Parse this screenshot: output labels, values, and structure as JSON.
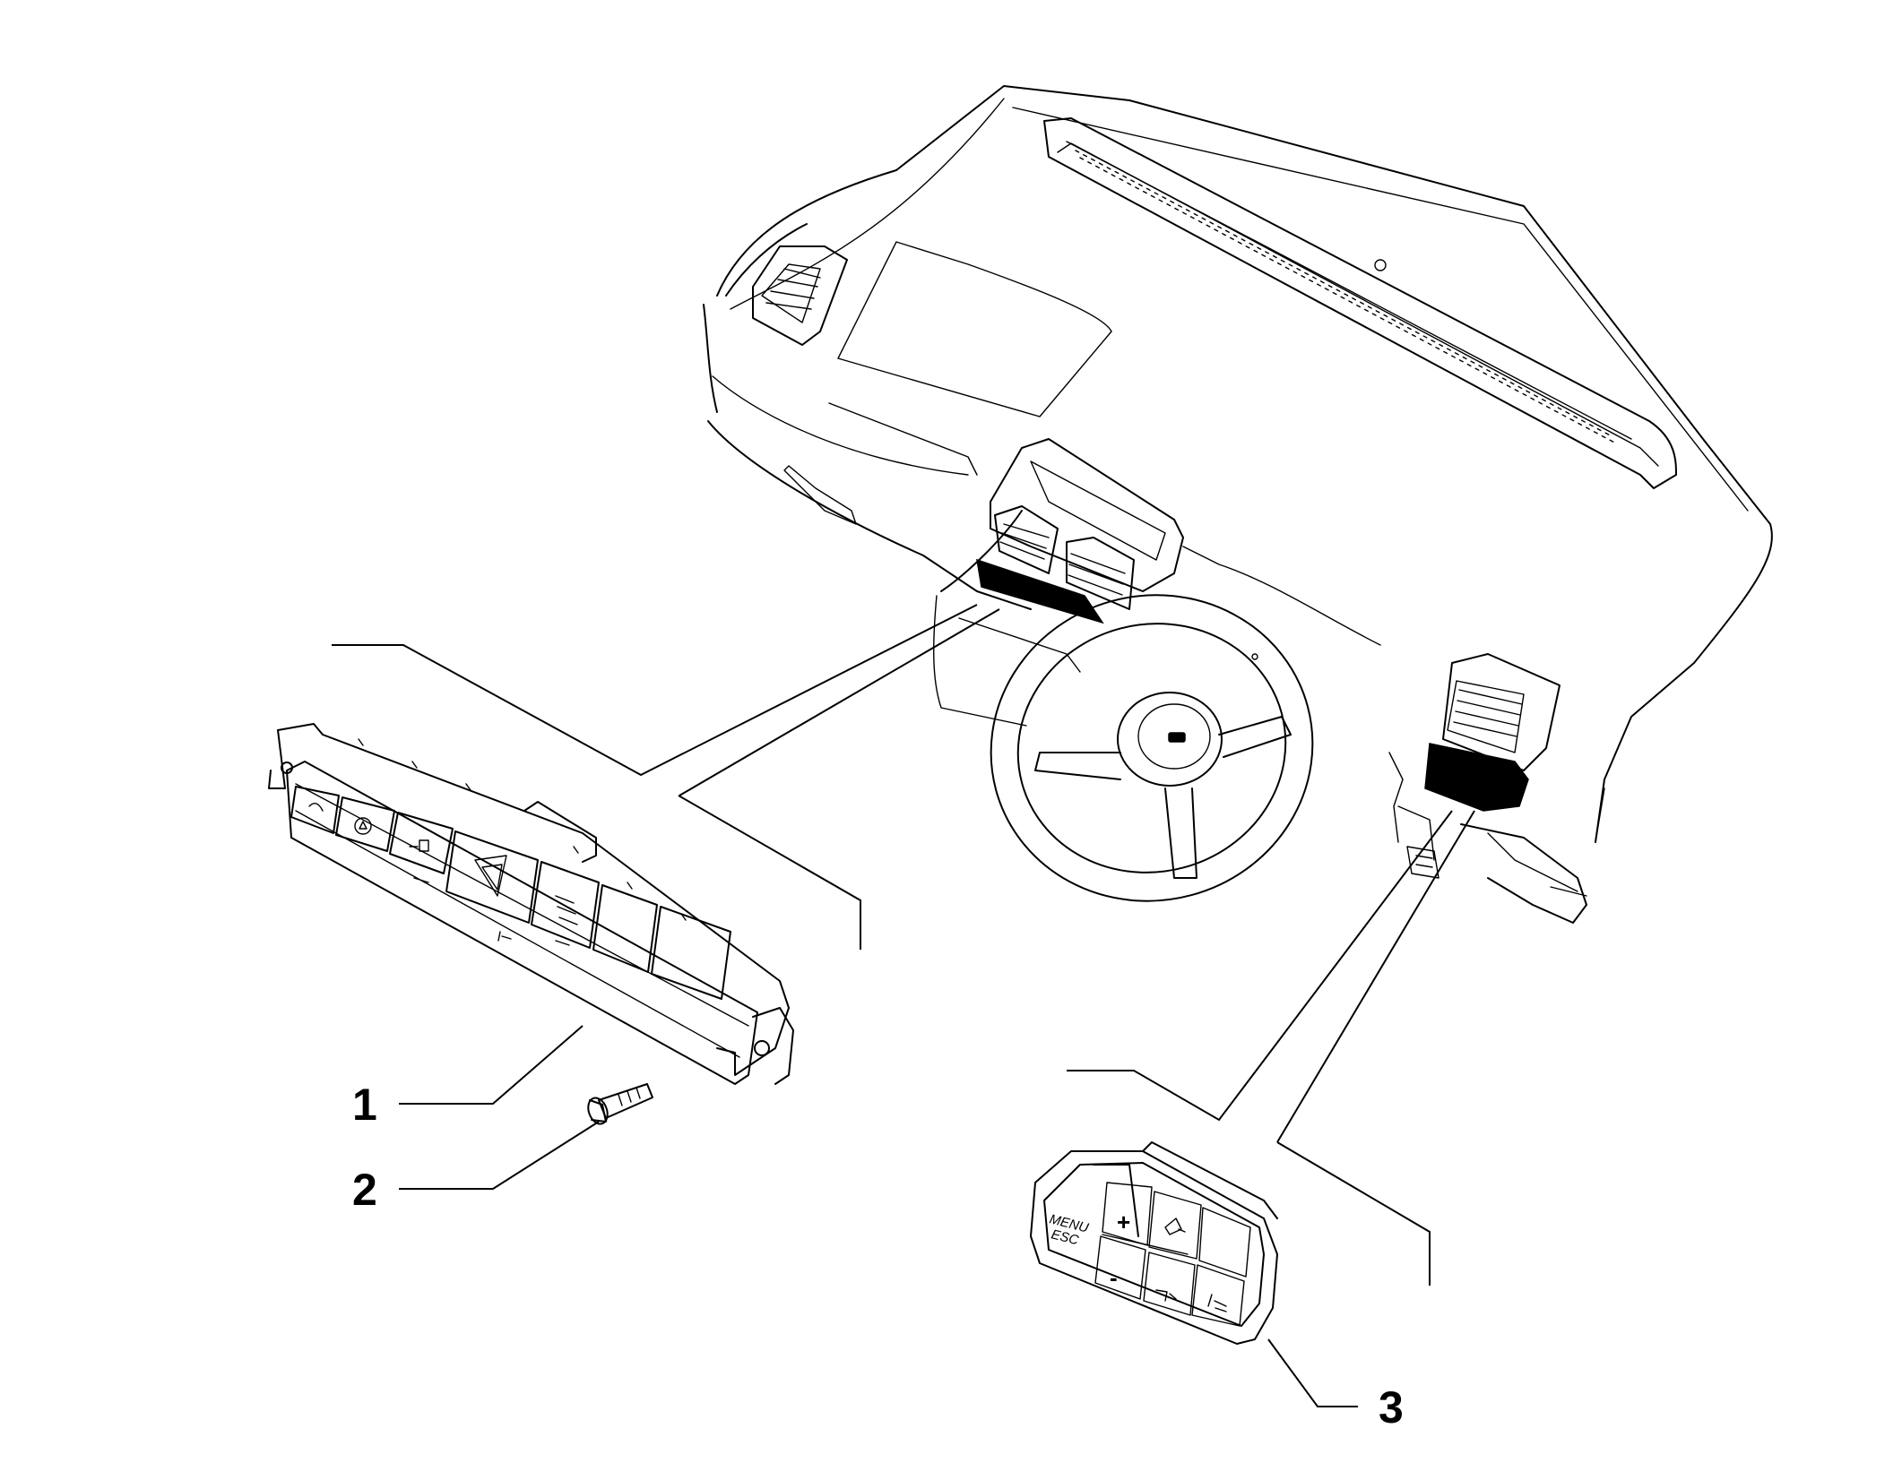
{
  "diagram": {
    "callouts": [
      {
        "id": "1",
        "label": "1"
      },
      {
        "id": "2",
        "label": "2"
      },
      {
        "id": "3",
        "label": "3"
      }
    ],
    "cluster_labels": {
      "menu": "MENU",
      "esc": "ESC",
      "plus": "+",
      "minus": "-"
    }
  }
}
